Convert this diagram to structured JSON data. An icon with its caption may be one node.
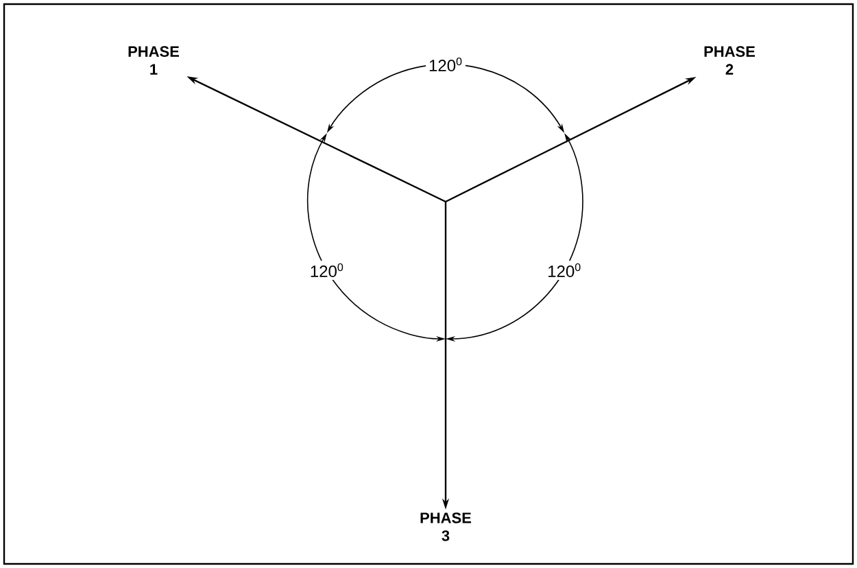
{
  "diagram": {
    "nodes": [
      {
        "text": [
          "PHASE 1"
        ]
      },
      {
        "text": [
          "PHASE 2"
        ]
      },
      {
        "text": [
          "PHASE 3"
        ]
      }
    ],
    "edges": [
      {
        "from": null,
        "to": 0,
        "arrow": "to"
      },
      {
        "from": null,
        "to": 1,
        "arrow": "to"
      },
      {
        "from": null,
        "to": 2,
        "arrow": "to"
      }
    ],
    "labels": [
      "120$^{0}$",
      "120$^{0}$",
      "120$^{0}$"
    ]
  }
}
